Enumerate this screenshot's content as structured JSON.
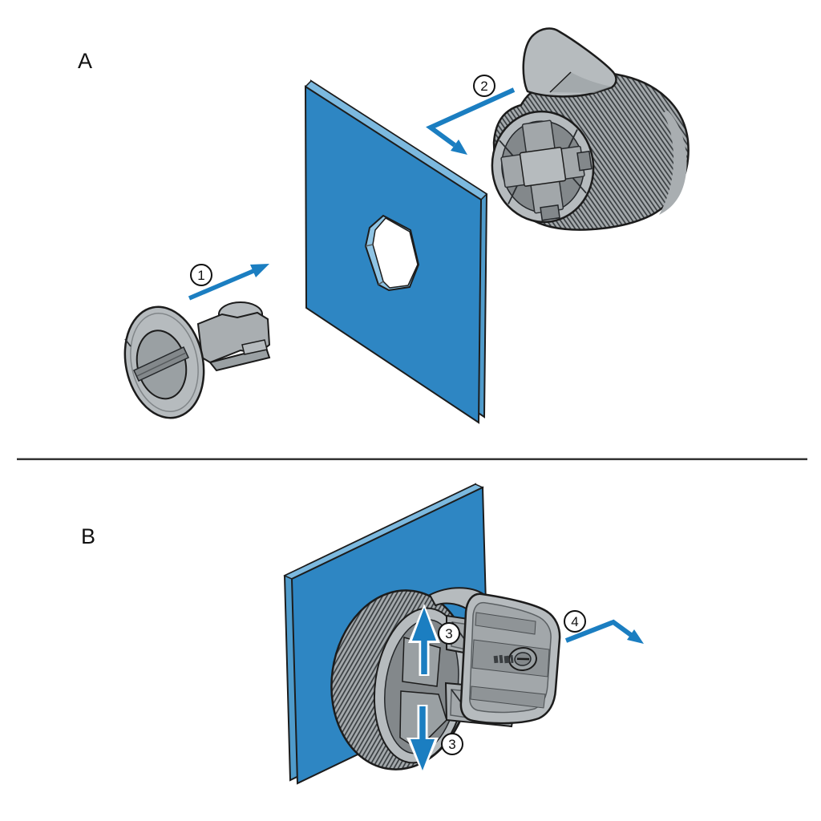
{
  "panels": {
    "a": {
      "label": "A"
    },
    "b": {
      "label": "B"
    }
  },
  "steps": {
    "one": "1",
    "two": "2",
    "three": "3",
    "four": "4"
  },
  "colors": {
    "panel_blue": "#2E86C3",
    "panel_edge_light": "#7CB9DF",
    "panel_edge_mid": "#4F9BCB",
    "hole_edge": "#8FC4E4",
    "arrow_blue": "#1B7EC1",
    "part_gray": "#A9AEB1",
    "part_gray_light": "#B6BBBE",
    "part_gray_mid": "#9AA0A3",
    "part_gray_dark": "#83888B",
    "outline": "#1C1C1C"
  }
}
